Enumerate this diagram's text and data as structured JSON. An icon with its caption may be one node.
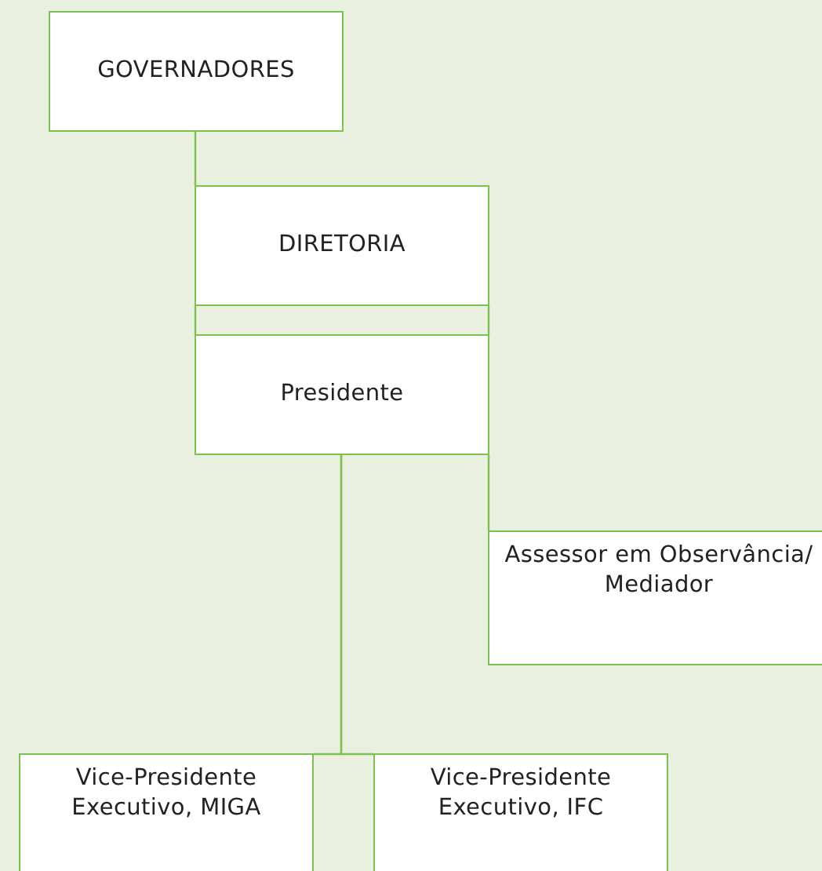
{
  "diagram": {
    "nodes": [
      {
        "text": [
          "GOVERNADORES"
        ]
      },
      {
        "text": [
          "DIRETORIA"
        ]
      },
      {
        "text": [
          "Presidente"
        ]
      },
      {
        "text": [
          "Assessor em Observância/ Mediador"
        ]
      },
      {
        "text": [
          "Vice-Presidente Executivo, MIGA"
        ]
      },
      {
        "text": [
          "Vice-Presidente Executivo, IFC"
        ]
      }
    ],
    "edges": [
      {
        "from": 0,
        "to": 1,
        "arrow": "none"
      },
      {
        "from": 1,
        "to": 2,
        "arrow": "none"
      },
      {
        "from": 2,
        "to": 3,
        "arrow": "none"
      },
      {
        "from": 2,
        "to": 4,
        "arrow": "none"
      },
      {
        "from": 2,
        "to": 5,
        "arrow": "none"
      }
    ]
  }
}
